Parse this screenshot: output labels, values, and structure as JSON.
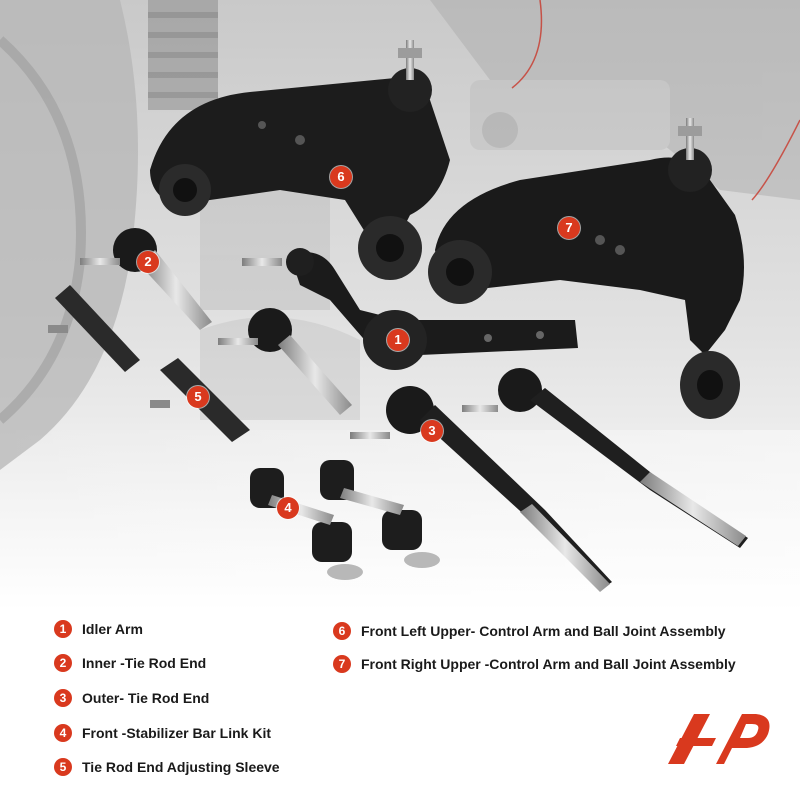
{
  "callouts": [
    "1",
    "2",
    "3",
    "4",
    "5",
    "6",
    "7"
  ],
  "legend": [
    {
      "num": "1",
      "label": "Idler Arm"
    },
    {
      "num": "2",
      "label": " Inner -Tie Rod End"
    },
    {
      "num": "3",
      "label": "Outer- Tie Rod End"
    },
    {
      "num": "4",
      "label": "Front -Stabilizer Bar Link Kit"
    },
    {
      "num": "5",
      "label": "Tie Rod End Adjusting Sleeve"
    },
    {
      "num": "6",
      "label": "Front Left Upper- Control Arm and Ball Joint Assembly"
    },
    {
      "num": "7",
      "label": "Front Right Upper -Control Arm and Ball Joint Assembly"
    }
  ],
  "colors": {
    "accent": "#d9391e",
    "parts": "#1c1c1c",
    "background_photo": "#dcdcdc"
  },
  "logo_icon": "ap-brand-logo"
}
